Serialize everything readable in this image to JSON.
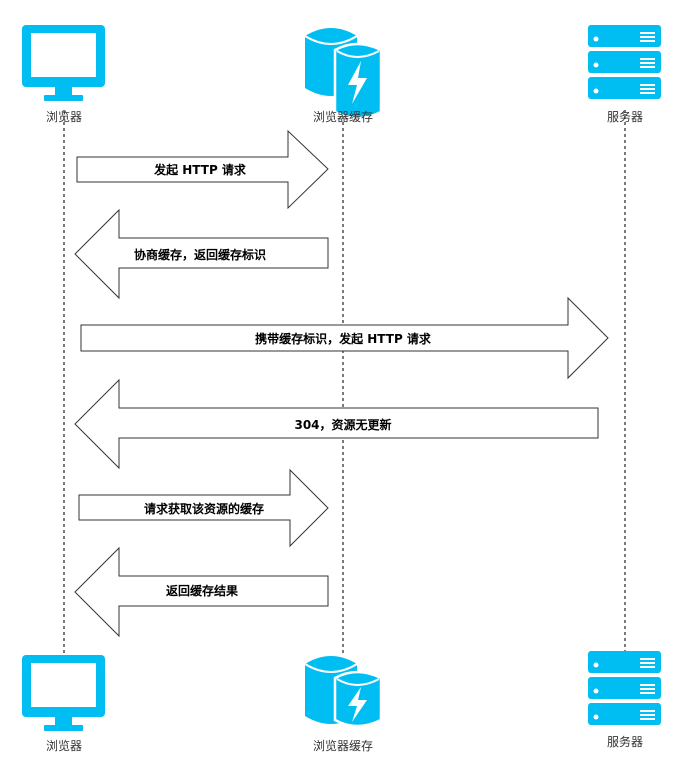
{
  "colors": {
    "icon": "#00BEF2",
    "stroke": "#333333",
    "text": "#000000",
    "background": "#FFFFFF"
  },
  "actors": [
    {
      "id": "browser",
      "label": "浏览器",
      "icon": "monitor-icon"
    },
    {
      "id": "cache",
      "label": "浏览器缓存",
      "icon": "database-lightning-icon"
    },
    {
      "id": "server",
      "label": "服务器",
      "icon": "server-rack-icon"
    }
  ],
  "messages": [
    {
      "from": "browser",
      "to": "cache",
      "label": "发起 HTTP 请求"
    },
    {
      "from": "cache",
      "to": "browser",
      "label": "协商缓存，返回缓存标识"
    },
    {
      "from": "browser",
      "to": "server",
      "label": "携带缓存标识，发起 HTTP 请求"
    },
    {
      "from": "server",
      "to": "browser",
      "label": "304，资源无更新"
    },
    {
      "from": "browser",
      "to": "cache",
      "label": "请求获取该资源的缓存"
    },
    {
      "from": "cache",
      "to": "browser",
      "label": "返回缓存结果"
    }
  ]
}
